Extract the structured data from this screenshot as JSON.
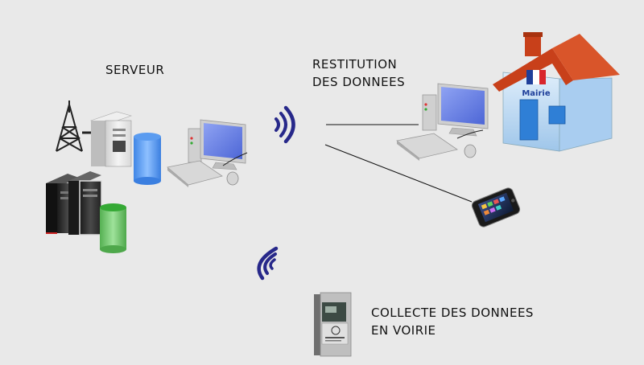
{
  "labels": {
    "server": "SERVEUR",
    "restitution_line1": "RESTITUTION",
    "restitution_line2": "DES DONNEES",
    "collecte_line1": "COLLECTE DES DONNEES",
    "collecte_line2": "EN VOIRIE"
  },
  "house": {
    "sign": "Mairie"
  },
  "icons": {
    "antenna": "antenna-tower-icon",
    "servers": "server-tower-icon",
    "database": "database-cylinder-icon",
    "computer": "desktop-computer-icon",
    "wireless": "wireless-signal-icon",
    "house": "town-hall-house-icon",
    "smartphone": "smartphone-icon",
    "roadside_unit": "roadside-collector-icon"
  },
  "colors": {
    "background": "#e9e9e9",
    "signal": "#27288a",
    "db_blue": "#5b9cf0",
    "db_green": "#6ec36b",
    "roof": "#c8401a",
    "wall": "#bcd8f2",
    "flag_blue": "#1f3f9a",
    "flag_red": "#d8252c",
    "screen": "#6f86e6"
  }
}
